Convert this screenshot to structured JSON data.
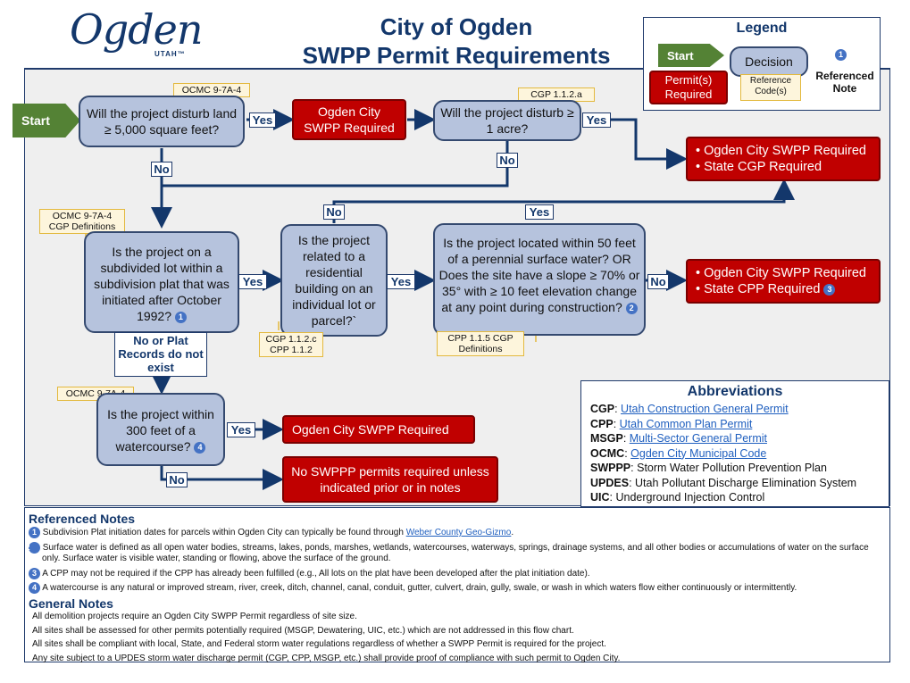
{
  "logo": {
    "word": "Ogden",
    "sub": "UTAH™"
  },
  "title": {
    "line1": "City of Ogden",
    "line2": "SWPP Permit Requirements"
  },
  "legend": {
    "title": "Legend",
    "start": "Start",
    "decision": "Decision",
    "note_marker": "1",
    "referenced_note": "Referenced Note",
    "permits": "Permit(s) Required",
    "ref_code": "Reference Code(s)"
  },
  "flow": {
    "start": "Start",
    "q1": "Will the project disturb land ≥ 5,000 square feet?",
    "q1_ref": "OCMC 9-7A-4",
    "q2": "Will the project disturb ≥ 1 acre?",
    "q2_ref": "CGP 1.1.2.a",
    "q3": "Is the project on a subdivided lot within a subdivision plat that was initiated after October 1992?",
    "q3_note": "1",
    "q3_ref": "OCMC 9-7A-4 CGP Definitions",
    "q4": "Is the project related to a residential building on an individual lot or parcel?`",
    "q4_ref": "CGP 1.1.2.c CPP 1.1.2",
    "q5": "Is the project located within 50 feet of a perennial surface water? OR Does the site have a slope ≥ 70% or 35° with ≥ 10 feet elevation change at any point during construction?",
    "q5_note": "2",
    "q5_ref": "CPP 1.1.5 CGP Definitions",
    "q6": "Is the project within 300 feet of a watercourse?",
    "q6_note": "4",
    "q6_ref": "OCMC 9-7A-4",
    "r1": "Ogden City SWPP Required",
    "r2_line1": "• Ogden City SWPP Required",
    "r2_line2": "• State CGP Required",
    "r3_line1": "• Ogden City SWPP Required",
    "r3_line2": "• State CPP Required",
    "r3_note": "3",
    "r4": "Ogden City SWPP Required",
    "r5": "No SWPPP permits required unless indicated prior or in notes",
    "yes": "Yes",
    "no": "No",
    "no_plat": "No or Plat Records do not exist"
  },
  "abbreviations": {
    "title": "Abbreviations",
    "items": [
      {
        "abbr": "CGP",
        "def": "Utah Construction General Permit",
        "link": true
      },
      {
        "abbr": "CPP",
        "def": "Utah Common Plan Permit",
        "link": true
      },
      {
        "abbr": "MSGP",
        "def": "Multi-Sector General Permit",
        "link": true
      },
      {
        "abbr": "OCMC",
        "def": "Ogden City Municipal Code",
        "link": true
      },
      {
        "abbr": "SWPPP",
        "def": "Storm Water Pollution Prevention Plan",
        "link": false
      },
      {
        "abbr": "UPDES",
        "def": "Utah Pollutant Discharge Elimination System",
        "link": false
      },
      {
        "abbr": "UIC",
        "def": "Underground Injection Control",
        "link": false
      }
    ]
  },
  "referenced_notes": {
    "title": "Referenced Notes",
    "n1_text": "Subdivision Plat initiation dates for parcels within Ogden City can typically be found through",
    "n1_link": "Weber County Geo-Gizmo",
    "n2": "Surface water is defined as all open water bodies, streams, lakes, ponds, marshes, wetlands, watercourses, waterways, springs, drainage systems, and all other bodies or accumulations of water on the surface only. Surface water is visible water, standing or flowing, above the surface of the ground.",
    "n3": "A CPP may not be required if the CPP has already been fulfilled (e.g., All lots on the plat have been developed after the plat initiation date).",
    "n4": "A watercourse is any natural or improved stream, river, creek, ditch, channel, canal, conduit, gutter, culvert, drain, gully, swale, or wash in which waters flow either continuously or intermittently."
  },
  "general_notes": {
    "title": "General Notes",
    "items": [
      "All demolition projects require an Ogden City SWPP Permit regardless of site size.",
      "All sites shall be assessed for other permits potentially required (MSGP, Dewatering, UIC, etc.) which are not addressed in this flow chart.",
      "All sites shall be compliant with local, State, and Federal storm water regulations regardless of whether a SWPP Permit is required for the project.",
      "Any site subject to a UPDES storm water discharge permit (CGP, CPP, MSGP, etc.) shall provide proof of compliance with such permit to Ogden City."
    ]
  },
  "colors": {
    "navy": "#13376b",
    "red": "#c00000",
    "decision": "#b6c3dd",
    "start": "#548235",
    "ref": "#fdf5dc",
    "note": "#4472c4"
  }
}
